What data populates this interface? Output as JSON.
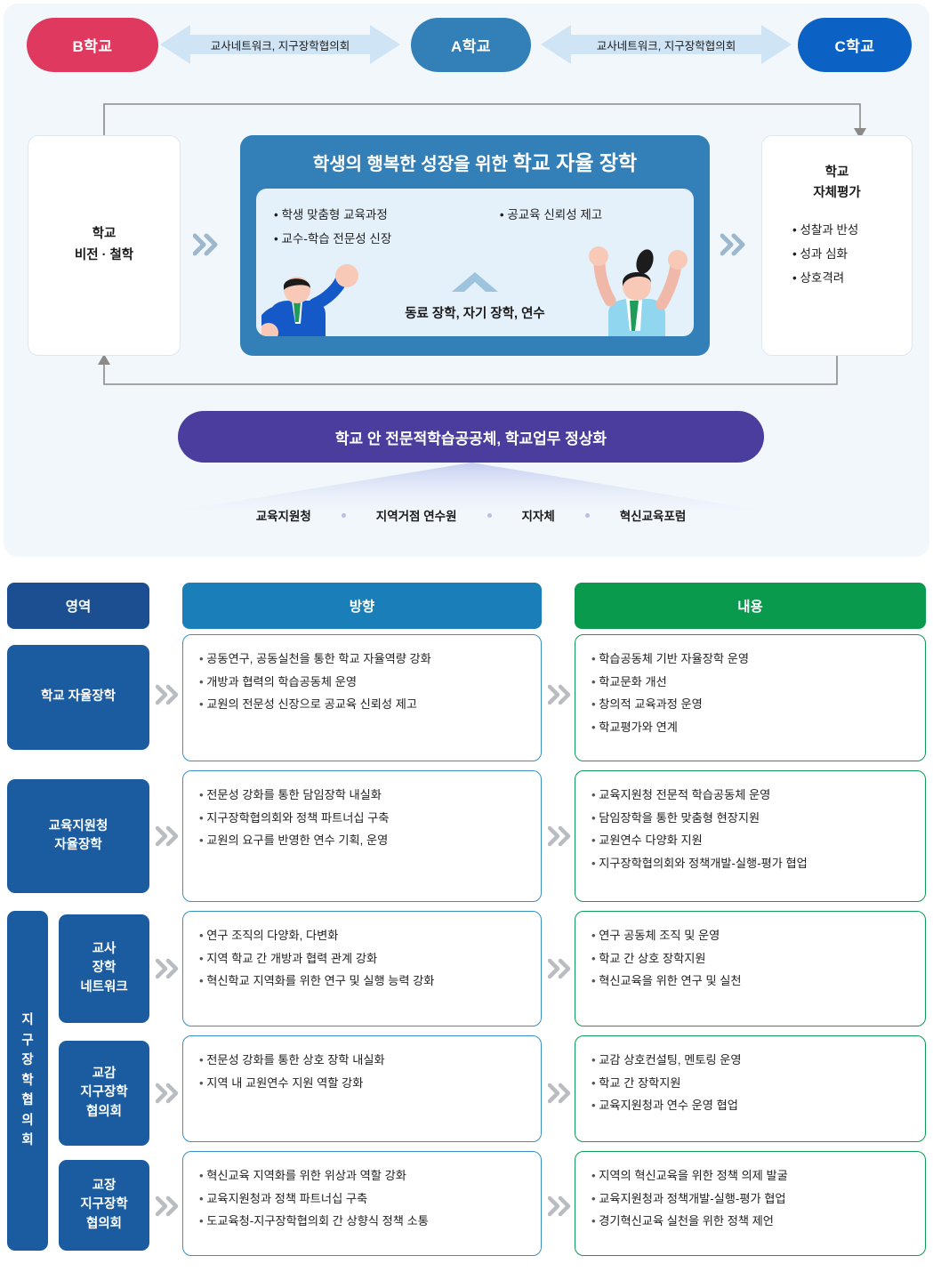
{
  "top": {
    "schools": [
      {
        "label": "B학교",
        "color": "#e0395f"
      },
      {
        "label": "A학교",
        "color": "#3380b8"
      },
      {
        "label": "C학교",
        "color": "#0b62c4"
      }
    ],
    "arrow_labels": [
      "교사네트워크, 지구장학협의회",
      "교사네트워크, 지구장학협의회"
    ],
    "vision": {
      "line1": "학교",
      "line2": "비전 · 철학"
    },
    "center": {
      "title_normal": "학생의 행복한 성장을 위한 ",
      "title_strong": "학교 자율 장학",
      "bullets_left": [
        "학생 맞춤형 교육과정",
        "교수-학습 전문성 신장"
      ],
      "bullets_right": [
        "공교육 신뢰성 제고"
      ],
      "footer": "동료 장학, 자기 장학, 연수"
    },
    "evaluation": {
      "title_line1": "학교",
      "title_line2": "자체평가",
      "bullets": [
        "성찰과 반성",
        "성과 심화",
        "상호격려"
      ]
    },
    "banner": "학교 안 전문적학습공공체, 학교업무 정상화",
    "orgs": [
      "교육지원청",
      "지역거점 연수원",
      "지자체",
      "혁신교육포럼"
    ]
  },
  "table": {
    "headers": {
      "area": "영역",
      "direction": "방향",
      "content": "내용"
    },
    "rows": [
      {
        "area": "학교 자율장학",
        "direction": [
          "공동연구, 공동실천을 통한 학교 자율역량 강화",
          "개방과 협력의 학습공동체 운영",
          "교원의 전문성 신장으로 공교육 신뢰성 제고"
        ],
        "content": [
          "학습공동체 기반 자율장학 운영",
          "학교문화 개선",
          "창의적 교육과정 운영",
          "학교평가와 연계"
        ]
      },
      {
        "area": "교육지원청\n자율장학",
        "area_l1": "교육지원청",
        "area_l2": "자율장학",
        "direction": [
          "전문성 강화를 통한 담임장학 내실화",
          "지구장학협의회와 정책 파트너십 구축",
          "교원의 요구를 반영한 연수 기획, 운영"
        ],
        "content": [
          "교육지원청 전문적 학습공동체 운영",
          "담임장학을 통한 맞춤형 현장지원",
          "교원연수 다양화 지원",
          "지구장학협의회와 정책개발-실행-평가 협업"
        ]
      }
    ],
    "group": {
      "vertical_label": "지구장학협의회",
      "subrows": [
        {
          "area_l1": "교사",
          "area_l2": "장학",
          "area_l3": "네트워크",
          "direction": [
            "연구 조직의 다양화, 다변화",
            "지역 학교 간 개방과 협력 관계 강화",
            "혁신학교 지역화를 위한 연구 및 실행 능력 강화"
          ],
          "content": [
            "연구 공동체 조직 및 운영",
            "학교 간 상호 장학지원",
            "혁신교육을 위한 연구 및 실천"
          ]
        },
        {
          "area_l1": "교감",
          "area_l2": "지구장학",
          "area_l3": "협의회",
          "direction": [
            "전문성 강화를 통한 상호 장학 내실화",
            "지역 내 교원연수 지원 역할 강화"
          ],
          "content": [
            "교감 상호컨설팅, 멘토링 운영",
            "학교 간 장학지원",
            "교육지원청과 연수 운영 협업"
          ]
        },
        {
          "area_l1": "교장",
          "area_l2": "지구장학",
          "area_l3": "협의회",
          "direction": [
            "혁신교육 지역화를 위한 위상과 역할 강화",
            "교육지원청과 정책 파트너십 구축",
            "도교육청-지구장학협의회 간 상향식 정책 소통"
          ],
          "content": [
            "지역의 혁신교육을 위한 정책 의제 발굴",
            "교육지원청과 정책개발-실행-평가 협업",
            "경기혁신교육 실천을 위한 정책 제언"
          ]
        }
      ]
    }
  },
  "colors": {
    "panel_bg": "#f2f7fc",
    "header_area": "#1b4f91",
    "header_direction": "#1a7fb8",
    "header_content": "#099a4e",
    "area_cell": "#1b5ca0",
    "banner": "#4a3d9e",
    "center_box": "#3380b8"
  }
}
